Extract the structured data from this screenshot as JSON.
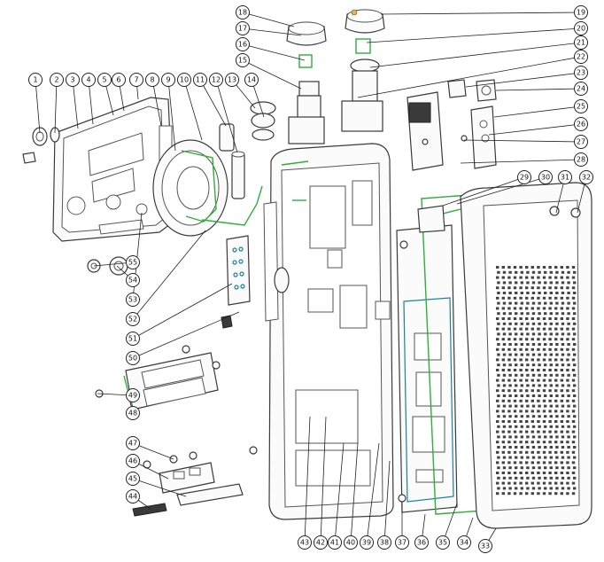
{
  "diagram": {
    "callouts": [
      {
        "label": "1"
      },
      {
        "label": "2"
      },
      {
        "label": "3"
      },
      {
        "label": "4"
      },
      {
        "label": "5"
      },
      {
        "label": "6"
      },
      {
        "label": "7"
      },
      {
        "label": "8"
      },
      {
        "label": "9"
      },
      {
        "label": "10"
      },
      {
        "label": "11"
      },
      {
        "label": "12"
      },
      {
        "label": "13"
      },
      {
        "label": "14"
      },
      {
        "label": "15"
      },
      {
        "label": "16"
      },
      {
        "label": "17"
      },
      {
        "label": "18"
      },
      {
        "label": "19"
      },
      {
        "label": "20"
      },
      {
        "label": "21"
      },
      {
        "label": "22"
      },
      {
        "label": "23"
      },
      {
        "label": "24"
      },
      {
        "label": "25"
      },
      {
        "label": "26"
      },
      {
        "label": "27"
      },
      {
        "label": "28"
      },
      {
        "label": "29"
      },
      {
        "label": "30"
      },
      {
        "label": "31"
      },
      {
        "label": "32"
      },
      {
        "label": "33"
      },
      {
        "label": "34"
      },
      {
        "label": "35"
      },
      {
        "label": "36"
      },
      {
        "label": "37"
      },
      {
        "label": "38"
      },
      {
        "label": "39"
      },
      {
        "label": "40"
      },
      {
        "label": "41"
      },
      {
        "label": "42"
      },
      {
        "label": "43"
      },
      {
        "label": "44"
      },
      {
        "label": "45"
      },
      {
        "label": "46"
      },
      {
        "label": "47"
      },
      {
        "label": "48"
      },
      {
        "label": "49"
      },
      {
        "label": "50"
      },
      {
        "label": "51"
      },
      {
        "label": "52"
      },
      {
        "label": "53"
      },
      {
        "label": "54"
      },
      {
        "label": "55"
      }
    ],
    "colors": {
      "line": "#3a3a3a",
      "pcb": "#2fae3a",
      "cable": "#1a7fa0",
      "background": "#ffffff"
    }
  }
}
